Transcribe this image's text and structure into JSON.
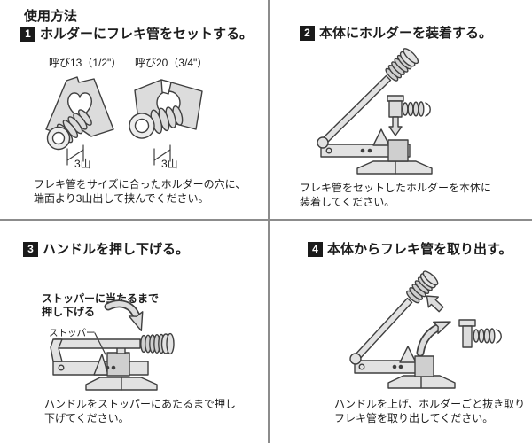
{
  "page": {
    "title": "使用方法"
  },
  "colors": {
    "badge_bg": "#1a1a1a",
    "badge_fg": "#ffffff",
    "divider": "#8c8c8c",
    "line_art": "#3f3f3f",
    "fill_light": "#dcdcdc",
    "text": "#1c1c1c"
  },
  "steps": [
    {
      "number": "1",
      "title": "ホルダーにフレキ管をセットする。",
      "size_labels": [
        "呼び13（1/2\"）",
        "呼び20（3/4\"）"
      ],
      "ridge_labels": [
        "3山",
        "3山"
      ],
      "caption": [
        "フレキ管をサイズに合ったホルダーの穴に、",
        "端面より3山出して挟んでください。"
      ]
    },
    {
      "number": "2",
      "title": "本体にホルダーを装着する。",
      "caption": [
        "フレキ管をセットしたホルダーを本体に",
        "装着してください。"
      ]
    },
    {
      "number": "3",
      "title": "ハンドルを押し下げる。",
      "annotation": [
        "ストッパーに当たるまで",
        "押し下げる"
      ],
      "stopper_label": "ストッパー",
      "caption": [
        "ハンドルをストッパーにあたるまで押し",
        "下げてください。"
      ]
    },
    {
      "number": "4",
      "title": "本体からフレキ管を取り出す。",
      "caption": [
        "ハンドルを上げ、ホルダーごと抜き取り",
        "フレキ管を取り出してください。"
      ]
    }
  ]
}
